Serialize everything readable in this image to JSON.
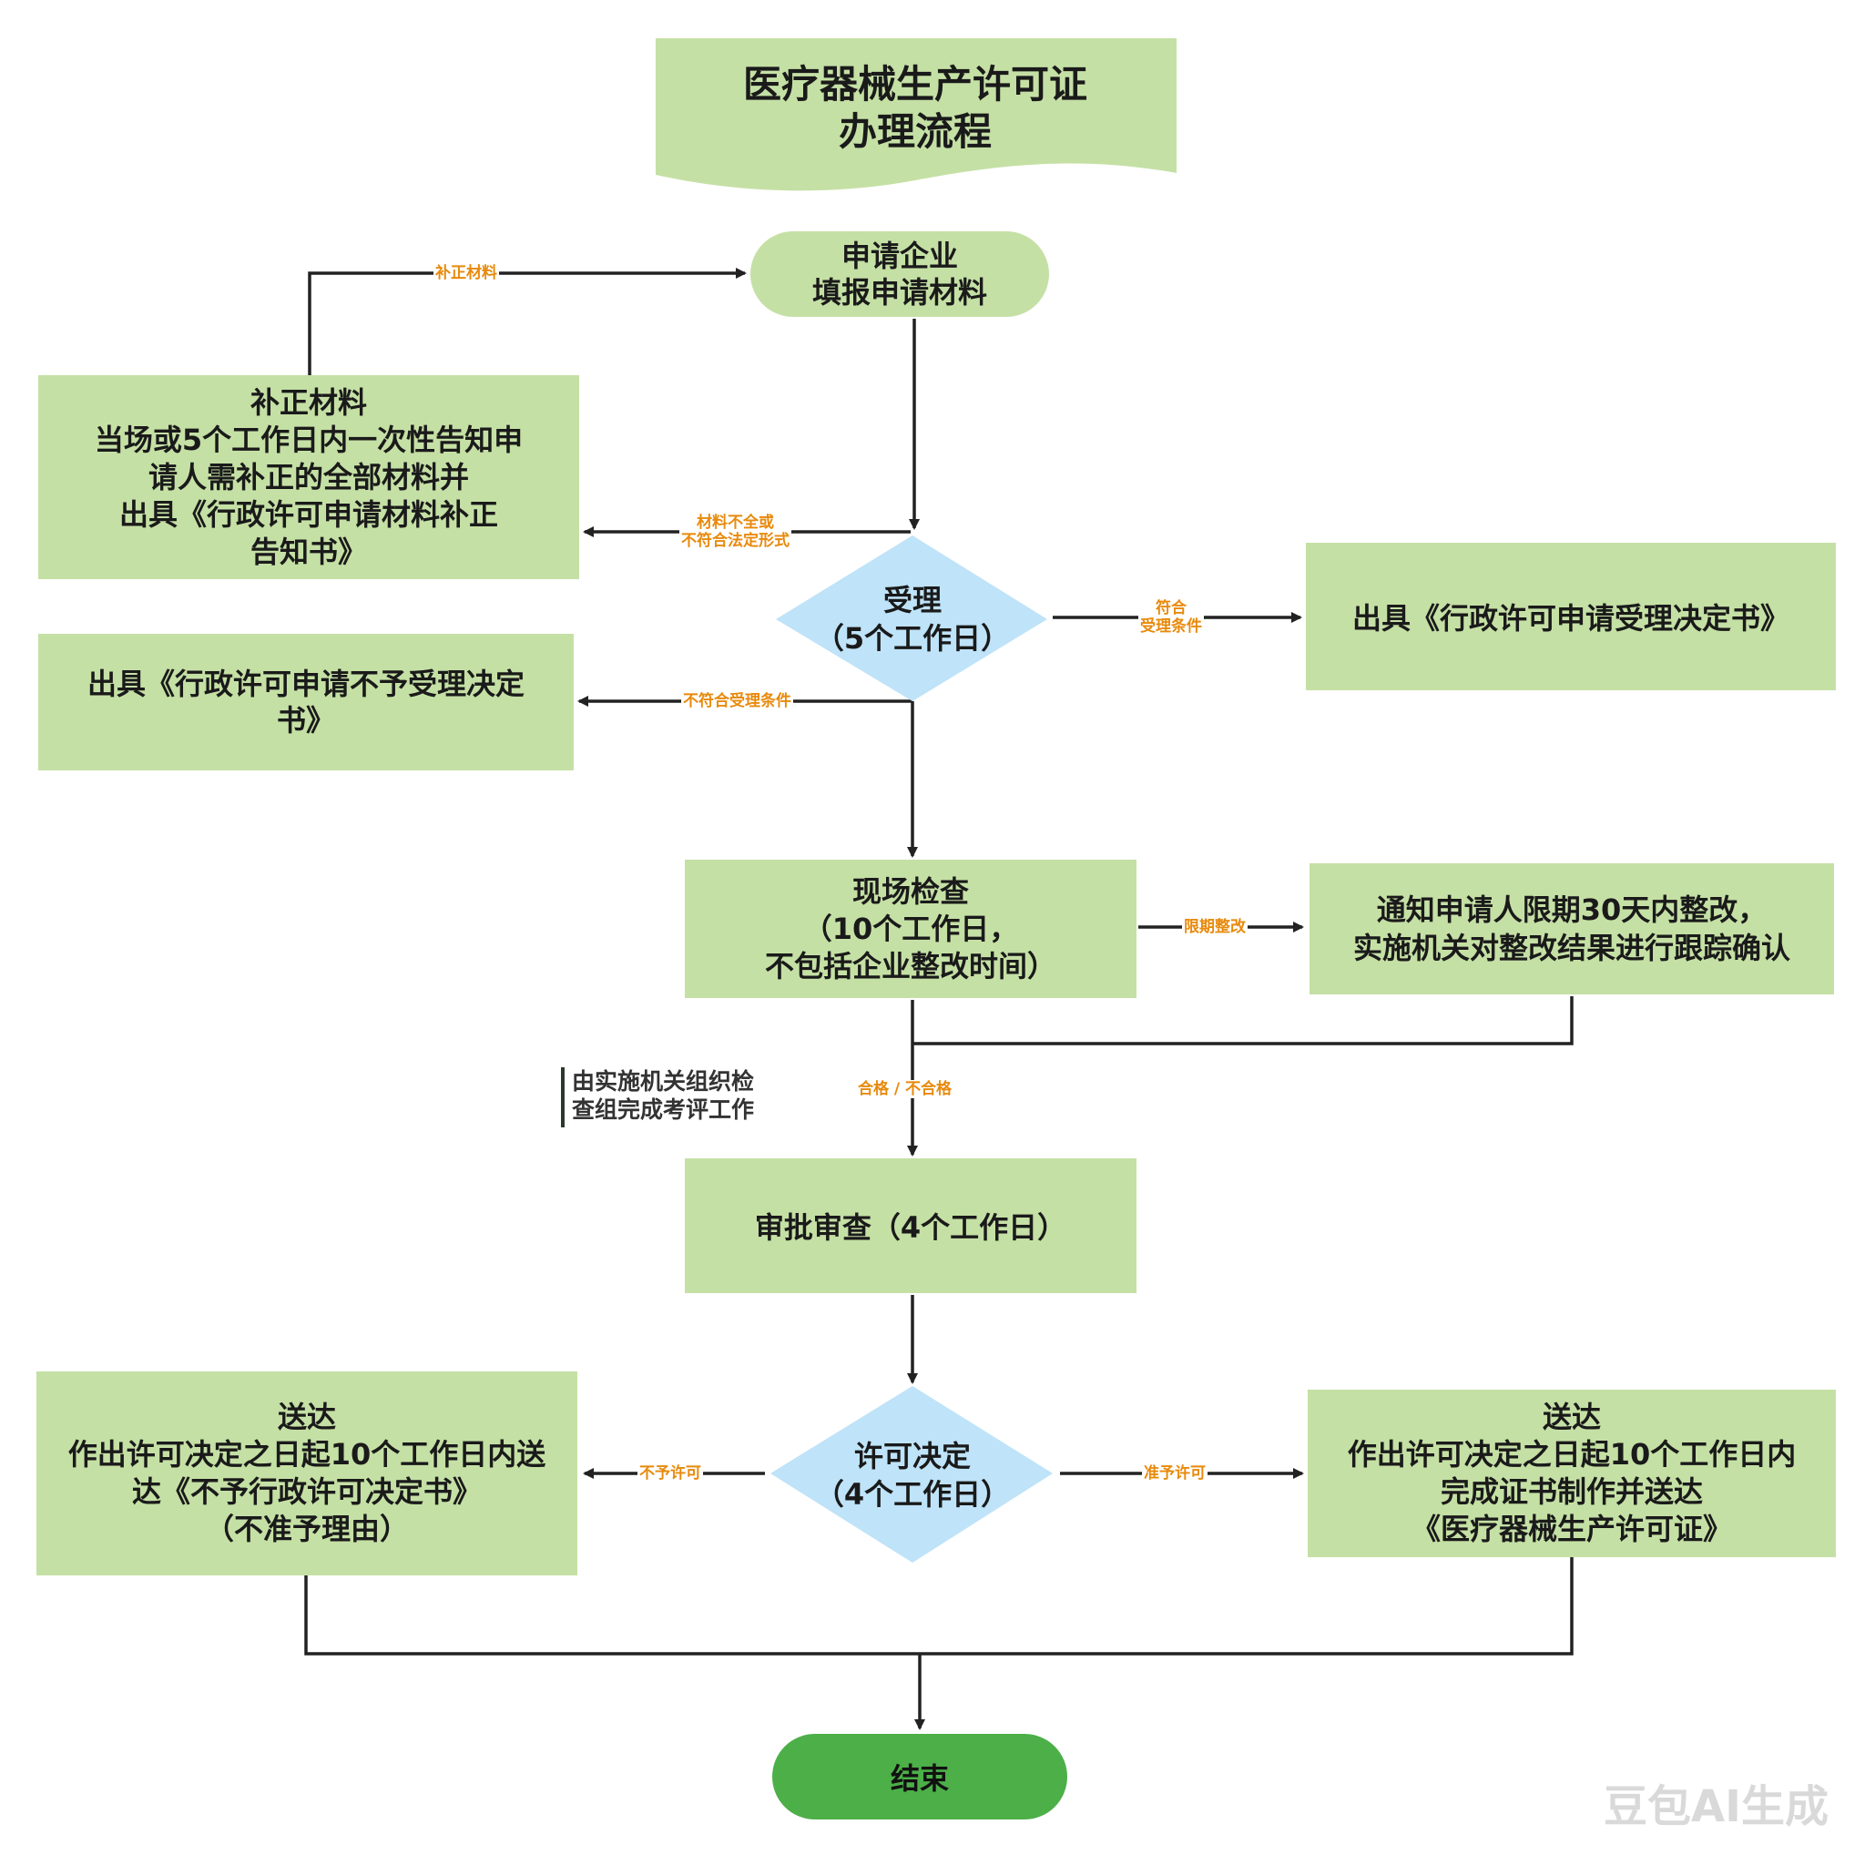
{
  "title": "医疗器械生产许可证\n办理流程",
  "nodes": {
    "apply": "申请企业\n填报申请材料",
    "supplement": "补正材料\n当场或5个工作日内一次性告知申\n请人需补正的全部材料并\n出具《行政许可申请材料补正\n告知书》",
    "accept": "受理\n（5个工作日）",
    "accept_decision": "出具《行政许可申请受理决定书》",
    "reject_decision": "出具《行政许可申请不予受理决定\n书》",
    "inspection": "现场检查\n（10个工作日，\n不包括企业整改时间）",
    "rectify": "通知申请人限期30天内整改，\n实施机关对整改结果进行跟踪确认",
    "review": "审批审查（4个工作日）",
    "decision": "许可决定\n（4个工作日）",
    "deliver_denied": "送达\n作出许可决定之日起10个工作日内送\n达《不予行政许可决定书》\n（不准予理由）",
    "deliver_granted": "送达\n作出许可决定之日起10个工作日内\n完成证书制作并送达\n《医疗器械生产许可证》",
    "end": "结束"
  },
  "edge_labels": {
    "supplement_back": "补正材料",
    "incomplete": "材料不全或\n不符合法定形式",
    "meets": "符合\n受理条件",
    "not_meets": "不符合受理条件",
    "rectify_needed": "限期整改",
    "pass_fail": "合格 / 不合格",
    "deny": "不予许可",
    "grant": "准予许可"
  },
  "note": "由实施机关组织检\n查组完成考评工作",
  "watermark": "豆包AI生成",
  "colors": {
    "box_fill": "#c5e0a5",
    "diamond_fill": "#bfe3f8",
    "end_fill": "#4caf48",
    "label_orange": "#e88a0c",
    "line": "#222222"
  }
}
